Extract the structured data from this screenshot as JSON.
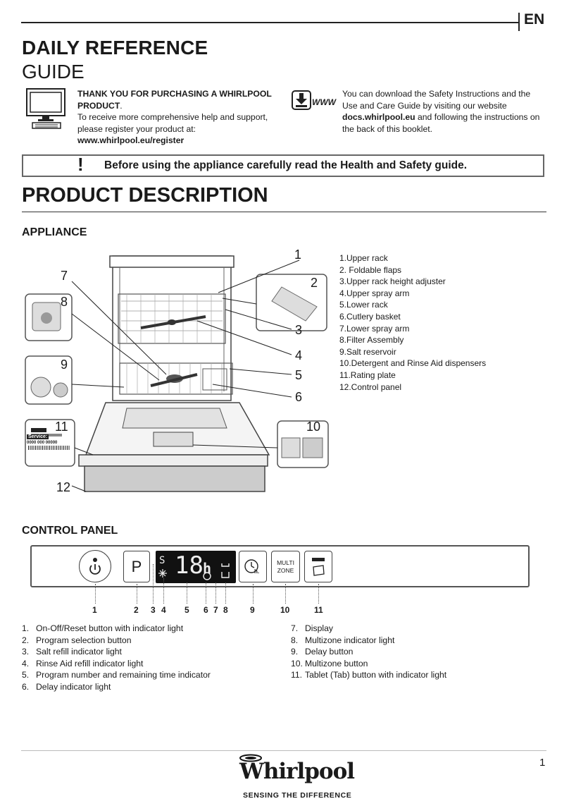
{
  "header": {
    "lang": "EN"
  },
  "title": {
    "line1": "DAILY REFERENCE",
    "line2": "GUIDE"
  },
  "intro": {
    "thanks": "THANK YOU FOR PURCHASING A WHIRLPOOL PRODUCT",
    "thanks_tail": ".",
    "line2": "To receive more comprehensive help and support, please register your product at:",
    "url": "www.whirlpool.eu/register"
  },
  "download": {
    "icon_label": "WWW",
    "text1": "You can download the Safety Instructions and the Use and Care Guide by visiting our website",
    "url": "docs.whirlpool.eu",
    "text2": "and following the instructions on the back of this booklet."
  },
  "warning": {
    "mark": "!",
    "text": "Before using the appliance carefully read the Health and Safety guide."
  },
  "section_title": "PRODUCT DESCRIPTION",
  "appliance": {
    "heading": "APPLIANCE",
    "callouts": [
      "1",
      "2",
      "3",
      "4",
      "5",
      "6",
      "7",
      "8",
      "9",
      "10",
      "11",
      "12"
    ],
    "rating_label": "Service:",
    "rating_code": "0000 000 00000",
    "parts": [
      "1.Upper rack",
      "2. Foldable flaps",
      "3.Upper rack height adjuster",
      "4.Upper spray arm",
      "5.Lower rack",
      "6.Cutlery basket",
      "7.Lower spray arm",
      "8.Filter Assembly",
      "9.Salt reservoir",
      "10.Detergent and Rinse Aid dispensers",
      "11.Rating plate",
      "12.Control panel"
    ]
  },
  "control_panel": {
    "heading": "CONTROL PANEL",
    "program_button_label": "P",
    "display_program": "18",
    "display_unit": "h",
    "delay_button_label": "h.",
    "multizone_label_1": "MULTI",
    "multizone_label_2": "ZONE",
    "numbers": [
      "1",
      "2",
      "3",
      "4",
      "5",
      "6",
      "7",
      "8",
      "9",
      "10",
      "11"
    ],
    "legend_left": [
      {
        "n": "1.",
        "t": "On-Off/Reset button with indicator light"
      },
      {
        "n": "2.",
        "t": "Program selection button"
      },
      {
        "n": "3.",
        "t": "Salt refill indicator light"
      },
      {
        "n": "4.",
        "t": "Rinse Aid refill indicator light"
      },
      {
        "n": "5.",
        "t": "Program number and remaining time indicator"
      },
      {
        "n": "6.",
        "t": "Delay indicator light"
      }
    ],
    "legend_right": [
      {
        "n": "7.",
        "t": "Display"
      },
      {
        "n": "8.",
        "t": "Multizone indicator light"
      },
      {
        "n": "9.",
        "t": "Delay button"
      },
      {
        "n": "10.",
        "t": "Multizone button"
      },
      {
        "n": "11.",
        "t": "Tablet (Tab) button with indicator light"
      }
    ]
  },
  "footer": {
    "page": "1",
    "brand": "Whirlpool",
    "tagline": "SENSING THE DIFFERENCE"
  }
}
